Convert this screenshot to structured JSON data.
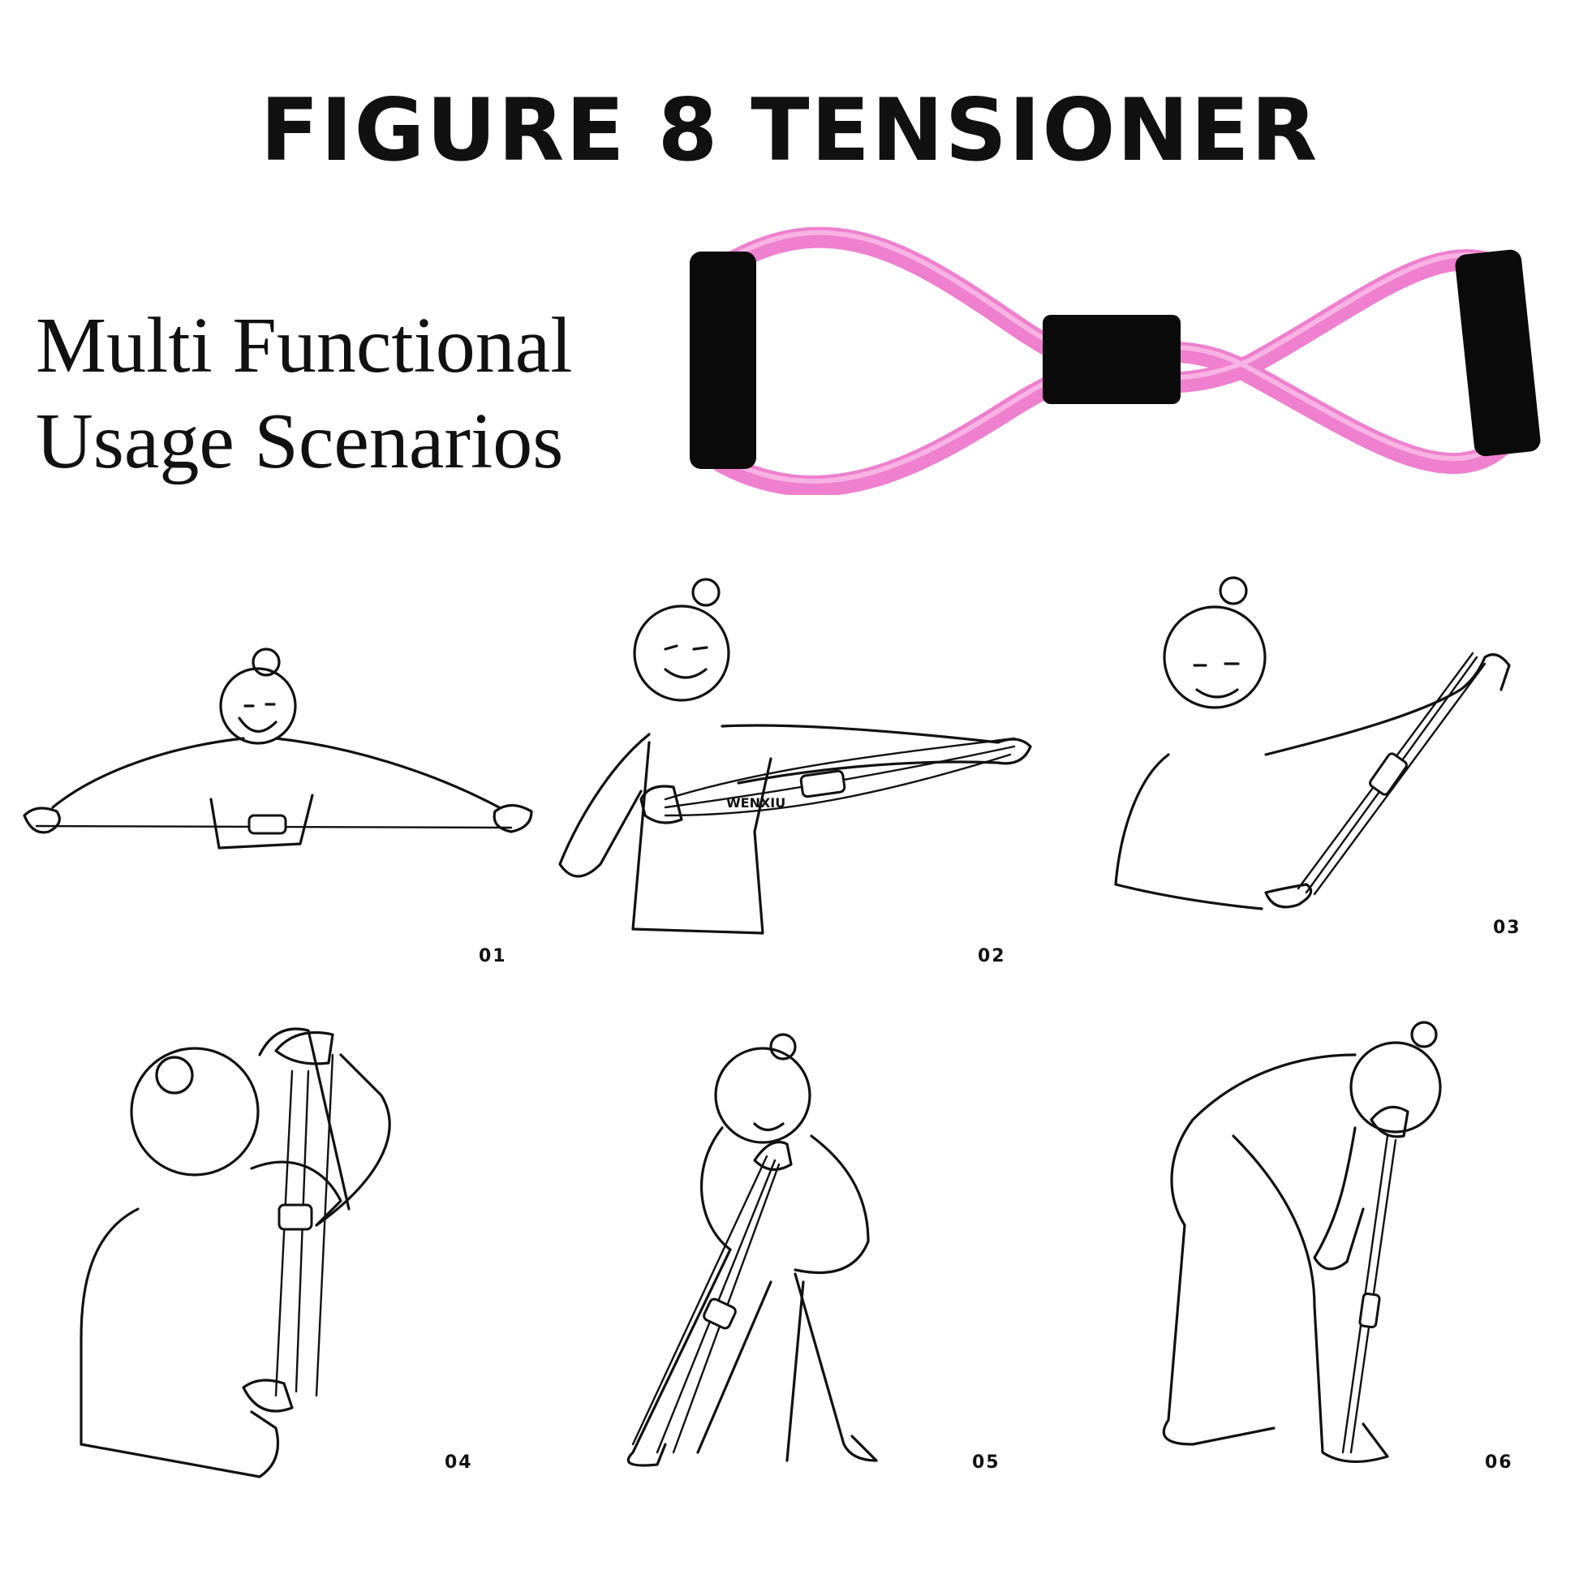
{
  "header": {
    "title": "FIGURE 8 TENSIONER",
    "subtitle_line1": "Multi Functional",
    "subtitle_line2": "Usage Scenarios"
  },
  "product": {
    "band_color": "#ef7fcf",
    "band_shadow": "#d95db7",
    "grip_color": "#0b0b0b",
    "icon": "figure-8-resistance-band"
  },
  "scenarios": [
    {
      "number": "01",
      "icon": "arms-extended-chest-stretch"
    },
    {
      "number": "02",
      "icon": "horizontal-pull-stretch",
      "band_text": "WENXIU"
    },
    {
      "number": "03",
      "icon": "diagonal-overhead-pull"
    },
    {
      "number": "04",
      "icon": "behind-back-triceps-stretch"
    },
    {
      "number": "05",
      "icon": "side-lunge-pull"
    },
    {
      "number": "06",
      "icon": "bent-over-row"
    }
  ]
}
